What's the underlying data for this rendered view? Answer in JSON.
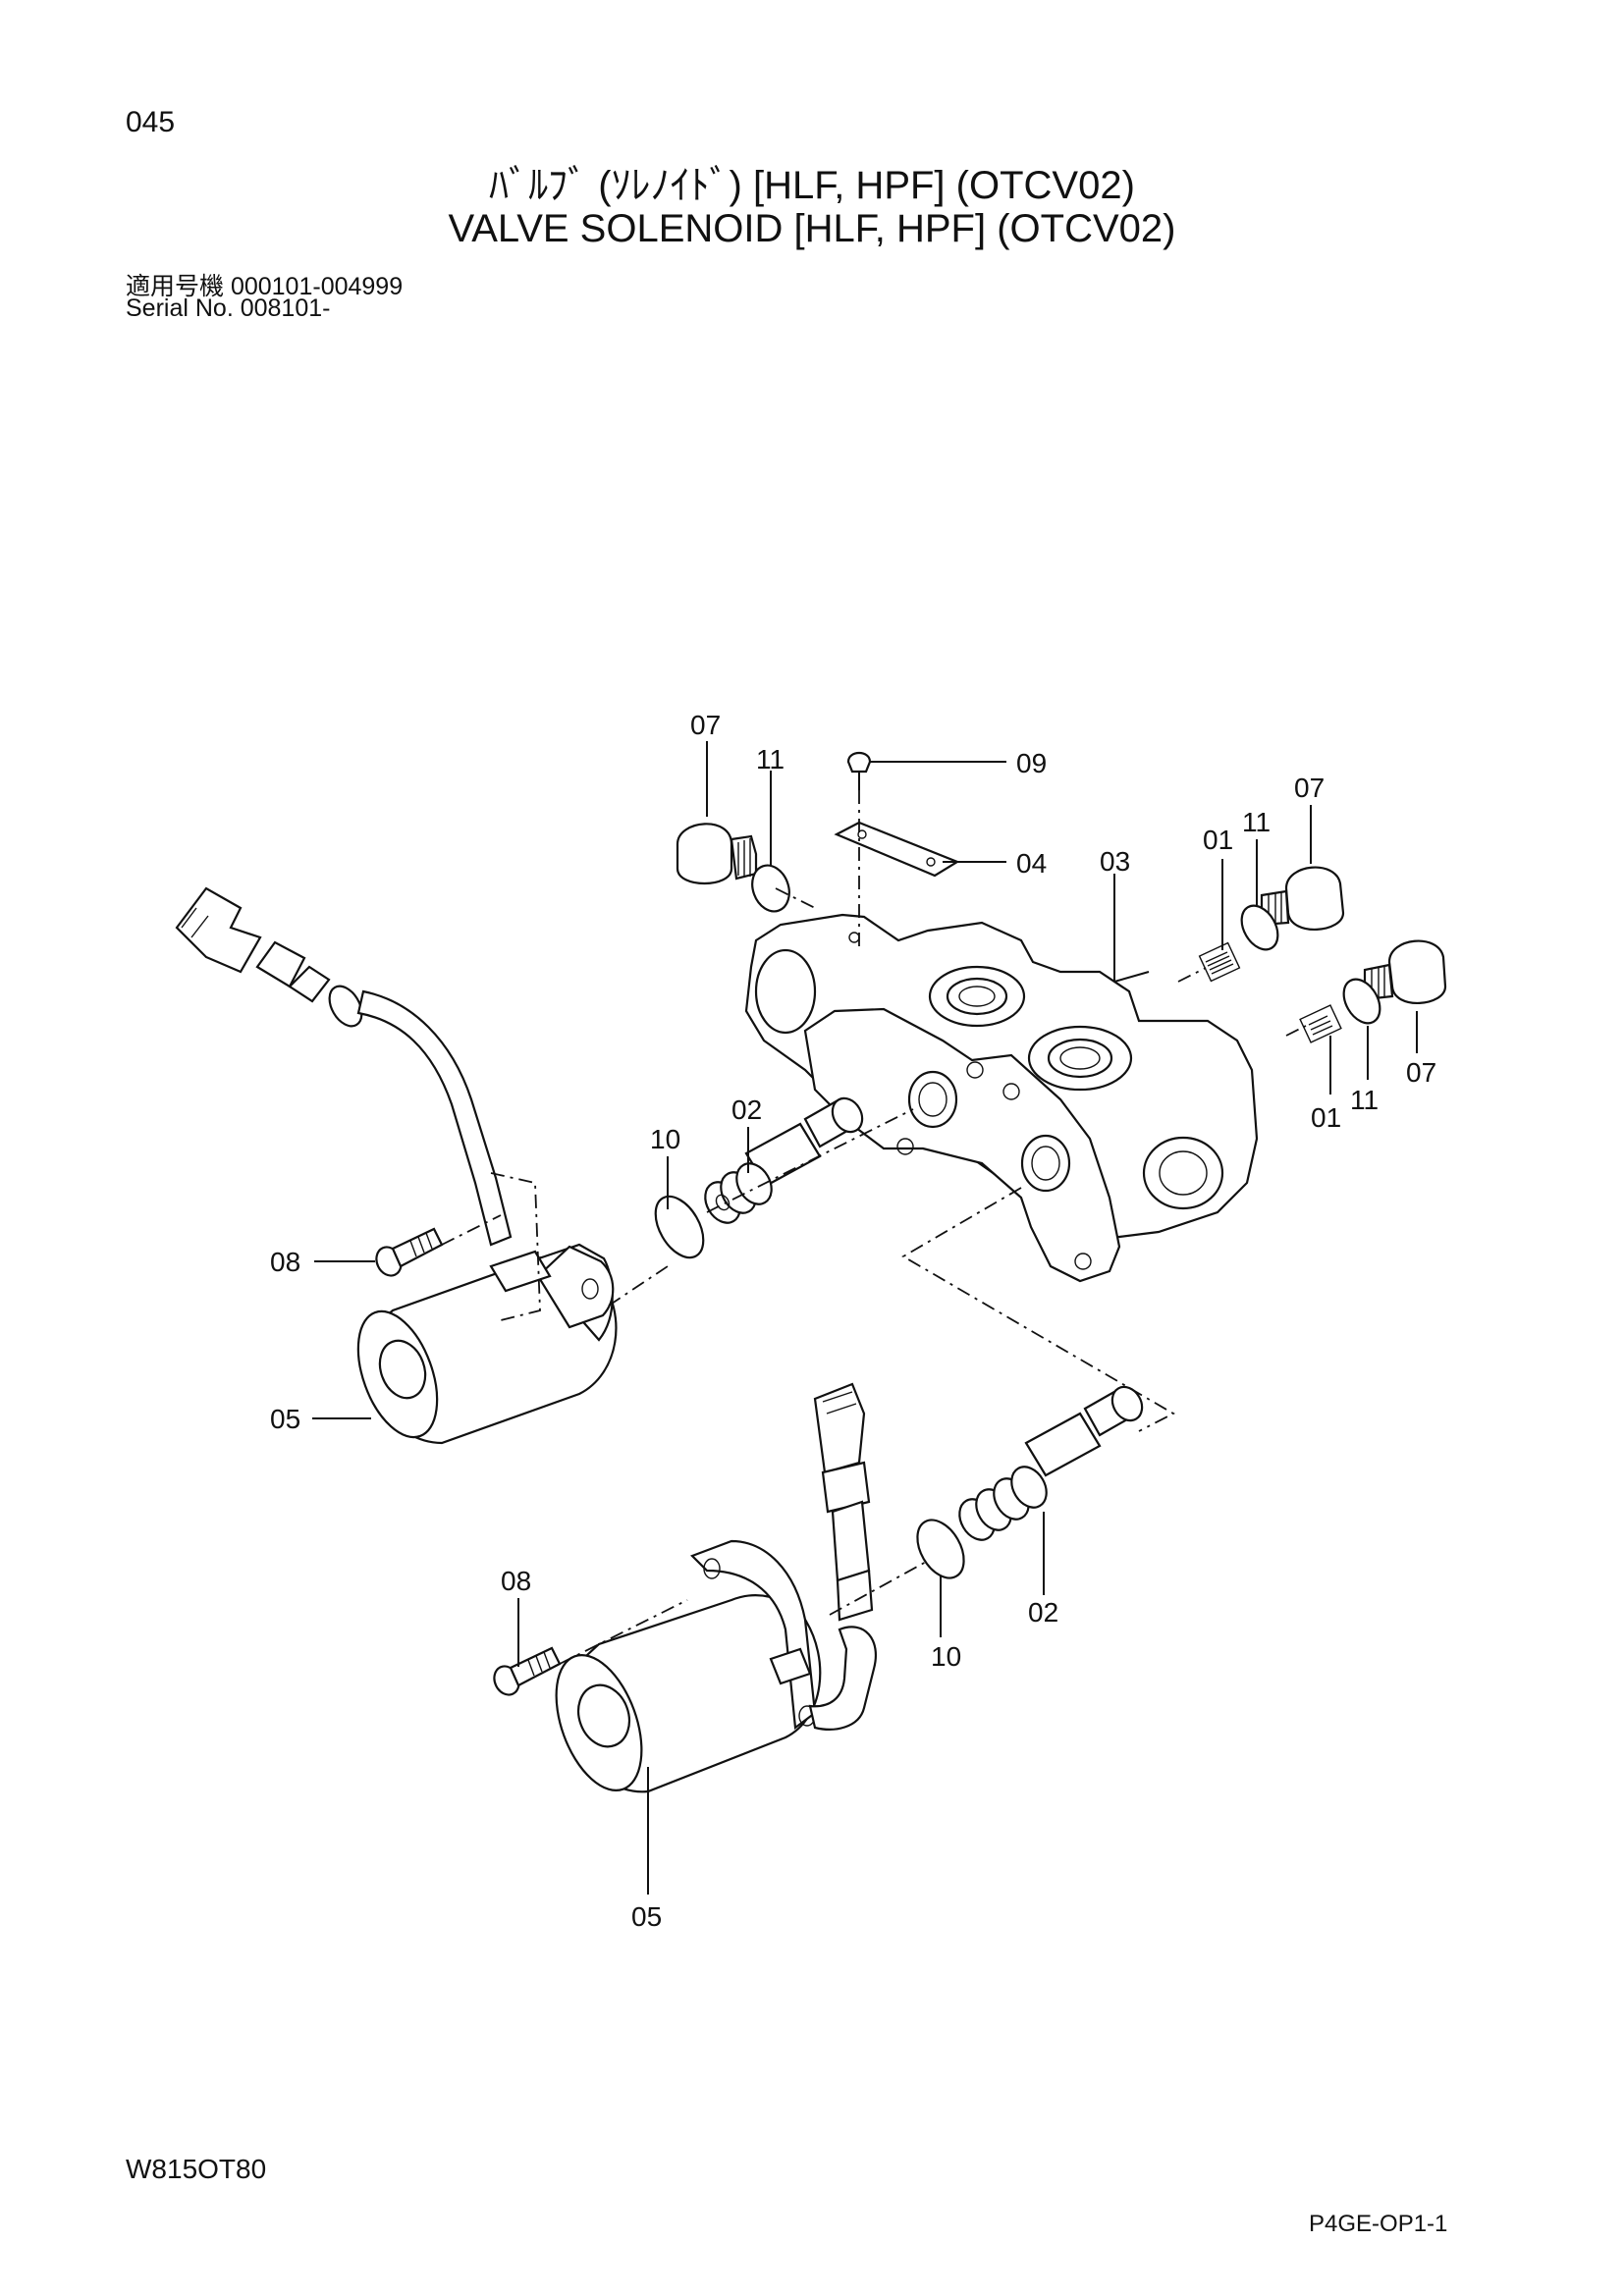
{
  "header": {
    "page_number": "045",
    "title_jp": "ﾊﾞﾙﾌﾞ (ｿﾚﾉｲﾄﾞ) [HLF, HPF] (OTCV02)",
    "title_en": "VALVE SOLENOID [HLF, HPF] (OTCV02)",
    "serial_jp": "適用号機  000101-004999",
    "serial_en": "Serial  No.  008101-"
  },
  "footer": {
    "drawing_code": "W815OT80",
    "sheet_code": "P4GE-OP1-1"
  },
  "callouts": {
    "c07_top": "07",
    "c11_top": "11",
    "c09": "09",
    "c04": "04",
    "c03": "03",
    "c01_upper": "01",
    "c11_upper": "11",
    "c07_upper": "07",
    "c07_right": "07",
    "c11_right": "11",
    "c01_right": "01",
    "c02_upper": "02",
    "c10_upper": "10",
    "c08_upper": "08",
    "c05_upper": "05",
    "c08_lower": "08",
    "c10_lower": "10",
    "c02_lower": "02",
    "c05_lower": "05"
  }
}
